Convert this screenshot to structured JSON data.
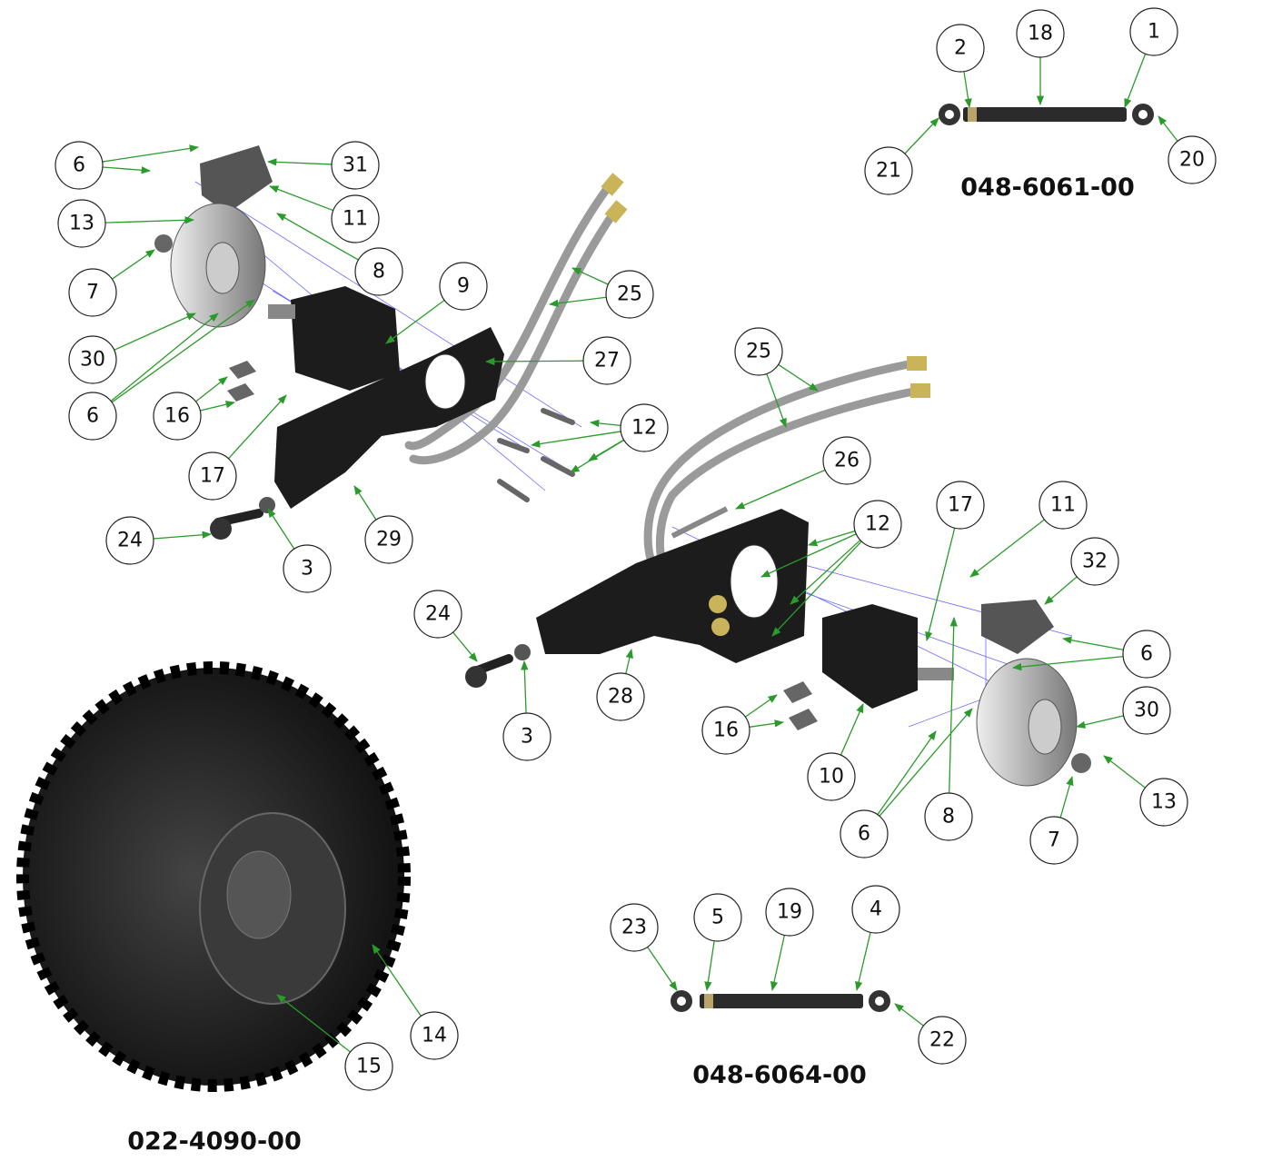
{
  "assembly_labels": {
    "tie_rod_top": "048-6061-00",
    "tie_rod_bottom": "048-6064-00",
    "wheel": "022-4090-00"
  },
  "balloons": [
    "1",
    "18",
    "2",
    "21",
    "20",
    "6",
    "31",
    "11",
    "13",
    "8",
    "7",
    "9",
    "25",
    "30",
    "27",
    "6",
    "16",
    "12",
    "17",
    "29",
    "24",
    "3",
    "25",
    "26",
    "17",
    "11",
    "12",
    "32",
    "24",
    "6",
    "28",
    "30",
    "3",
    "16",
    "10",
    "13",
    "6",
    "8",
    "7",
    "23",
    "5",
    "19",
    "4",
    "22",
    "14",
    "15"
  ],
  "colors": {
    "leader": "#2a9a2a",
    "part": "#1c1c1c",
    "hose": "#9a9a9a",
    "axis": "#5a5aff"
  }
}
